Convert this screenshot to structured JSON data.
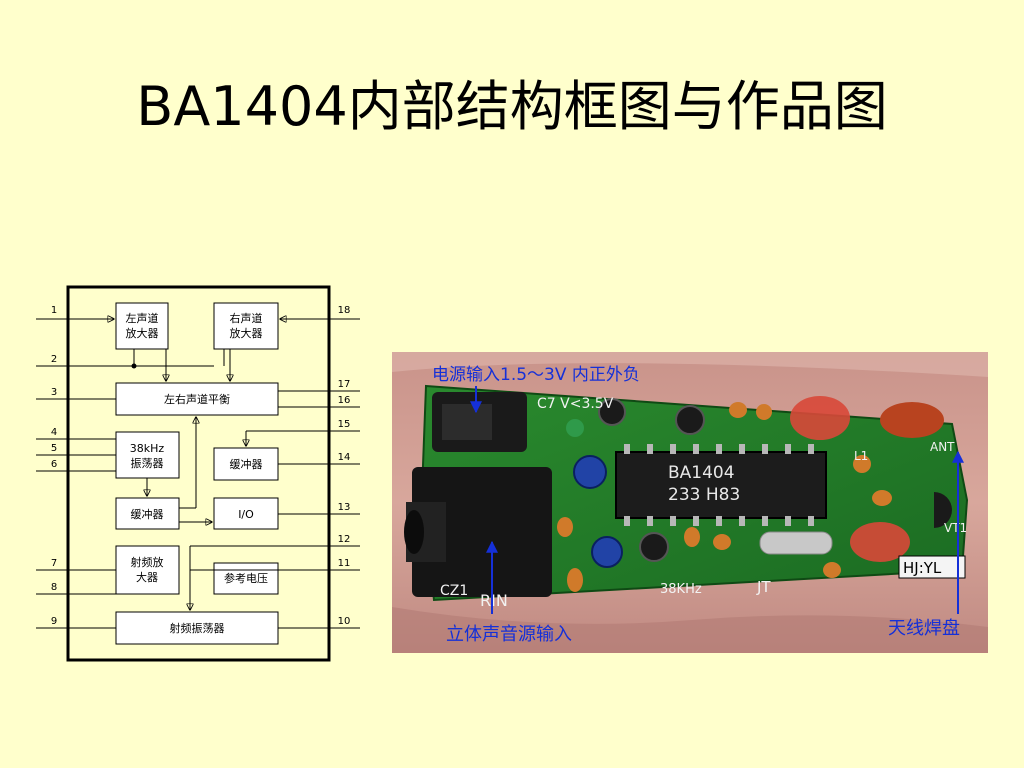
{
  "slide": {
    "title": "BA1404内部结构框图与作品图"
  },
  "diagram": {
    "blocks": {
      "left_amp": [
        "左声道",
        "放大器"
      ],
      "right_amp": [
        "右声道",
        "放大器"
      ],
      "balance": "左右声道平衡",
      "osc38": [
        "38kHz",
        "振荡器"
      ],
      "buffer_right": "缓冲器",
      "buffer_left": "缓冲器",
      "io": "I/O",
      "rf_amp": [
        "射频放",
        "大器"
      ],
      "vref": "参考电压",
      "rf_osc": "射频振荡器"
    },
    "pins_left": [
      "1",
      "2",
      "3",
      "4",
      "5",
      "6",
      "7",
      "8",
      "9"
    ],
    "pins_right": [
      "18",
      "17",
      "16",
      "15",
      "14",
      "13",
      "12",
      "11",
      "10"
    ]
  },
  "photo": {
    "annotations": {
      "power": "电源输入1.5～3V 内正外负",
      "stereo_input": "立体声音源输入",
      "antenna_pad": "天线焊盘"
    },
    "pcb_labels": {
      "chip_line1": "BA1404",
      "chip_line2": "233 H83",
      "cz1": "CZ1",
      "rin": "RIN",
      "freq": "38KHz",
      "jt": "JT",
      "hjyl": "HJ:YL",
      "ant": "ANT",
      "vt1": "VT1",
      "cap_top": "C7 V<3.5V",
      "pcb_l1": "L1"
    }
  }
}
